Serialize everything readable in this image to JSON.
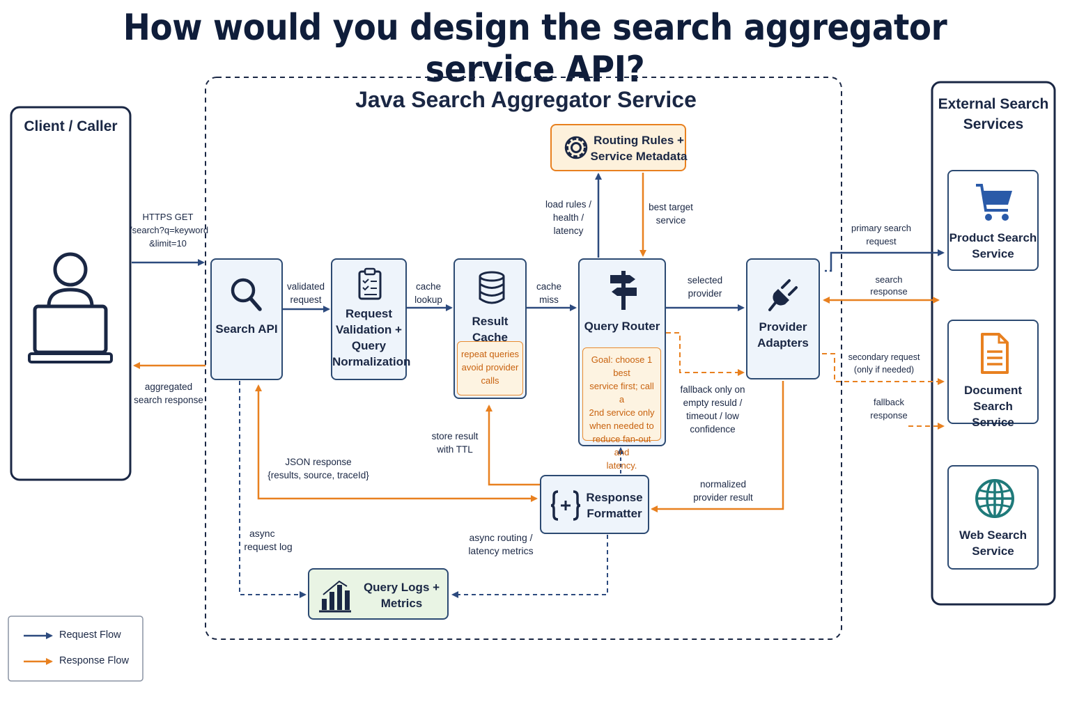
{
  "title": "How would you design the search aggregator service API?",
  "colors": {
    "request": "#2c4a7e",
    "response": "#e8801f",
    "box_border": "#2c4a72",
    "box_fill": "#eef4fb",
    "rules_fill": "#fdf1dc",
    "logs_fill": "#e9f4e4"
  },
  "client": {
    "title": "Client / Caller",
    "icon": "user-laptop-icon"
  },
  "service": {
    "title": "Java Search Aggregator Service"
  },
  "external": {
    "title_line1": "External Search",
    "title_line2": "Services"
  },
  "nodes": {
    "search_api": {
      "label": "Search API",
      "icon": "magnifier-icon"
    },
    "validation": {
      "line1": "Request",
      "line2": "Validation +",
      "line3": "Query",
      "line4": "Normalization",
      "icon": "clipboard-checklist-icon"
    },
    "cache": {
      "label": "Result Cache",
      "icon": "database-icon",
      "note_line1": "repeat queries",
      "note_line2": "avoid provider",
      "note_line3": "calls"
    },
    "router": {
      "label": "Query Router",
      "icon": "signpost-icon",
      "note_line1": "Goal: choose 1 best",
      "note_line2": "service first; call a",
      "note_line3": "2nd service only",
      "note_line4": "when needed to",
      "note_line5": "reduce fan-out and",
      "note_line6": "latency."
    },
    "adapters": {
      "line1": "Provider",
      "line2": "Adapters",
      "icon": "plug-icon"
    },
    "rules": {
      "line1": "Routing Rules +",
      "line2": "Service Metadata",
      "icon": "gear-icon"
    },
    "formatter": {
      "line1": "Response",
      "line2": "Formatter",
      "icon": "curly-braces-plus-icon"
    },
    "logs": {
      "line1": "Query Logs +",
      "line2": "Metrics",
      "icon": "bar-chart-icon"
    },
    "product": {
      "line1": "Product Search",
      "line2": "Service",
      "icon": "shopping-cart-icon"
    },
    "document": {
      "line1": "Document Search",
      "line2": "Service",
      "icon": "document-icon"
    },
    "web": {
      "line1": "Web Search",
      "line2": "Service",
      "icon": "globe-icon"
    }
  },
  "edges": {
    "https_get": {
      "line1": "HTTPS GET",
      "line2": "/search?q=keyword",
      "line3": "&limit=10"
    },
    "aggregated": {
      "line1": "aggregated",
      "line2": "search response"
    },
    "validated": {
      "line1": "validated",
      "line2": "request"
    },
    "cache_lookup": {
      "line1": "cache",
      "line2": "lookup"
    },
    "cache_miss": {
      "line1": "cache",
      "line2": "miss"
    },
    "load_rules": {
      "line1": "load rules /",
      "line2": "health /",
      "line3": "latency"
    },
    "best_target": {
      "line1": "best target",
      "line2": "service"
    },
    "selected": {
      "line1": "selected",
      "line2": "provider"
    },
    "fallback": {
      "line1": "fallback only on",
      "line2": "empty resuld /",
      "line3": "timeout / low",
      "line4": "confidence"
    },
    "primary": {
      "line1": "primary search",
      "line2": "request"
    },
    "search_response": {
      "line1": "search",
      "line2": "response"
    },
    "secondary": {
      "line1": "secondary request",
      "line2": "(only if needed)"
    },
    "fallback_response": {
      "line1": "fallback",
      "line2": "response"
    },
    "store_result": {
      "line1": "store result",
      "line2": "with TTL"
    },
    "json_response": {
      "line1": "JSON response",
      "line2": "{results, source, traceId}"
    },
    "normalized": {
      "line1": "normalized",
      "line2": "provider result"
    },
    "async_log": {
      "line1": "async",
      "line2": "request log"
    },
    "async_metrics": {
      "line1": "async routing /",
      "line2": "latency metrics"
    }
  },
  "legend": {
    "request": "Request Flow",
    "response": "Response Flow"
  }
}
